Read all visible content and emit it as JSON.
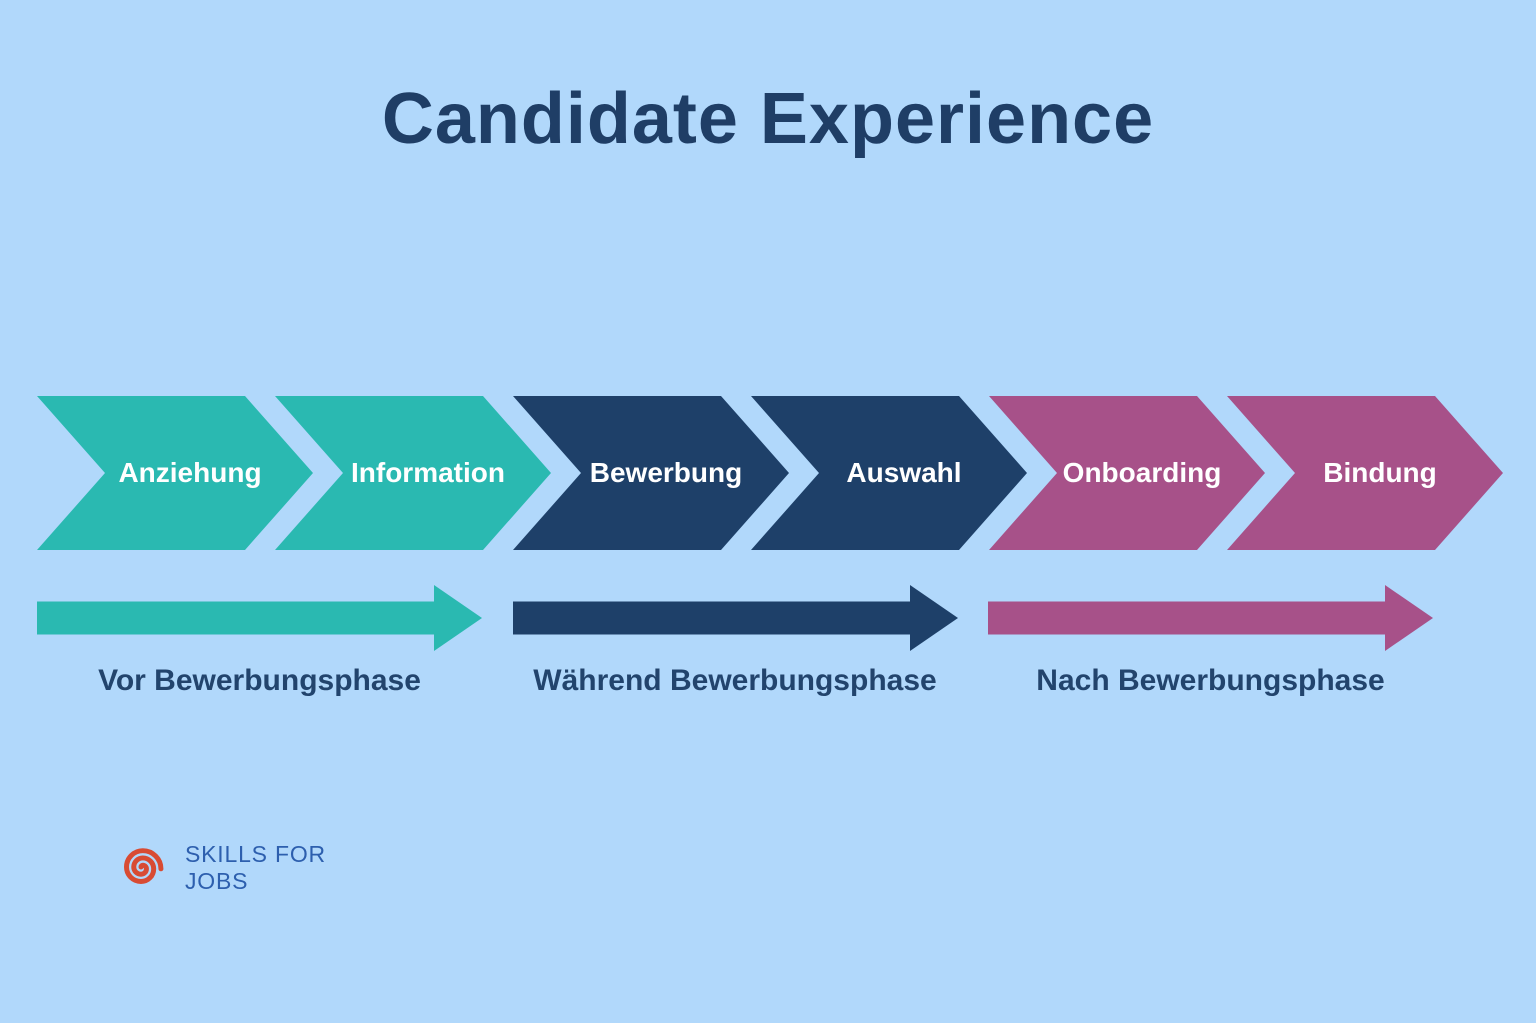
{
  "page": {
    "background_color": "#b1d8fb"
  },
  "title": {
    "text": "Candidate Experience",
    "color": "#1f3e66"
  },
  "stages": [
    {
      "label": "Anziehung",
      "color": "#2ab9b1"
    },
    {
      "label": "Information",
      "color": "#2ab9b1"
    },
    {
      "label": "Bewerbung",
      "color": "#1e4069"
    },
    {
      "label": "Auswahl",
      "color": "#1e4069"
    },
    {
      "label": "Onboarding",
      "color": "#a75189"
    },
    {
      "label": "Bindung",
      "color": "#a75189"
    }
  ],
  "phases": [
    {
      "label": "Vor Bewerbungsphase",
      "color": "#2ab9b1"
    },
    {
      "label": "Während Bewerbungsphase",
      "color": "#1e4069"
    },
    {
      "label": "Nach Bewerbungsphase",
      "color": "#a75189"
    }
  ],
  "logo": {
    "icon": "spiral-icon",
    "icon_color": "#d84b33",
    "line1": "SKILLS FOR",
    "line2": "JOBS",
    "text_color": "#2d5fae"
  }
}
